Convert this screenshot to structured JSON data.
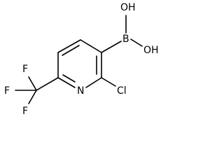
{
  "molecule": {
    "atoms": {
      "hydroxyl_top": "OH",
      "hydroxyl_right": "OH",
      "boron": "B",
      "nitrogen": "N",
      "chlorine": "Cl",
      "fluorine_top": "F",
      "fluorine_left": "F",
      "fluorine_bottom": "F"
    }
  }
}
